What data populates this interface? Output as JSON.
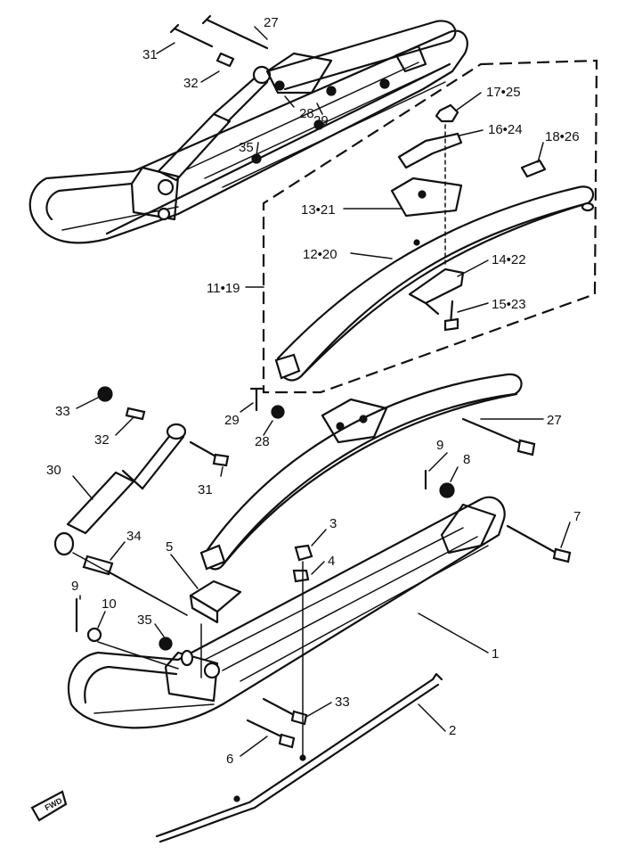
{
  "callouts": {
    "c27_top": "27",
    "c31_top": "31",
    "c32_top": "32",
    "c28_top": "28",
    "c29_top": "29",
    "c35_top": "35",
    "c17_25": "17•25",
    "c16_24": "16•24",
    "c18_26": "18•26",
    "c13_21": "13•21",
    "c12_20": "12•20",
    "c11_19": "11•19",
    "c14_22": "14•22",
    "c15_23": "15•23",
    "c33_left": "33",
    "c32_left": "32",
    "c29_mid": "29",
    "c28_mid": "28",
    "c27_mid": "27",
    "c31_mid": "31",
    "c30": "30",
    "c9_right": "9",
    "c8": "8",
    "c7": "7",
    "c3": "3",
    "c4": "4",
    "c34": "34",
    "c5": "5",
    "c9_left": "9",
    "c10": "10",
    "c35_low": "35",
    "c1": "1",
    "c33_low": "33",
    "c2": "2",
    "c6": "6"
  },
  "badge": {
    "fwd": "FWD"
  }
}
